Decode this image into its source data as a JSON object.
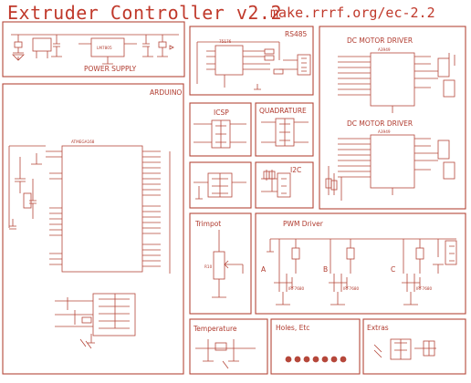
{
  "header": {
    "title": "Extruder Controller v2.2",
    "url": "make.rrrf.org/ec-2.2"
  },
  "sections": {
    "power_supply": "POWER SUPPLY",
    "rs485": "RS485",
    "dc_motor_1": "DC MOTOR DRIVER",
    "dc_motor_2": "DC MOTOR DRIVER",
    "arduino": "ARDUINO",
    "icsp": "ICSP",
    "quadrature": "QUADRATURE",
    "i2c": "I2C",
    "trimpot": "Trimpot",
    "pwm_driver": "PWM Driver",
    "temperature": "Temperature",
    "holes": "Holes, Etc",
    "extras": "Extras"
  },
  "parts": {
    "regulator": "LM7805",
    "rs485_ic": "75176",
    "motor_ic_1": "A3949",
    "motor_ic_2": "A3949",
    "mcu": "ATMEGA168",
    "trimpot_ref": "R10",
    "pwm_a": "A",
    "pwm_b": "B",
    "pwm_c": "C",
    "fet_a": "IRF7680",
    "fet_b": "IRF7680",
    "fet_c": "IRF7680"
  },
  "colors": {
    "line": "#b5473a",
    "frame": "#a83226",
    "text": "#b03a2e",
    "background": "#ffffff"
  }
}
